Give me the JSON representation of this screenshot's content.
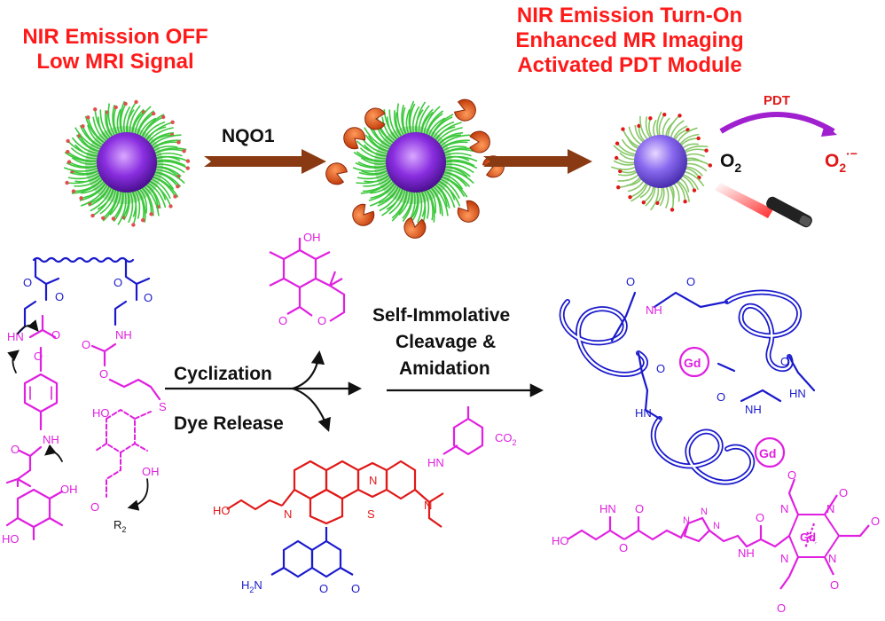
{
  "header_left": [
    "NIR Emission OFF",
    "Low MRI Signal"
  ],
  "header_right": [
    "NIR Emission Turn-On",
    "Enhanced MR Imaging",
    "Activated PDT Module"
  ],
  "arrow_enzyme_label": "NQO1",
  "pdt_label": "PDT",
  "o2_label": "O",
  "o2_sub": "2",
  "superoxide_label": "O",
  "superoxide_sub": "2",
  "superoxide_sup": "·−",
  "step_cyclization": "Cyclization",
  "step_dye_release": "Dye Release",
  "step_cleavage": [
    "Self-Immolative",
    "Cleavage &",
    "Amidation"
  ],
  "atoms": {
    "oh": "OH",
    "o": "O",
    "hn": "HN",
    "nh": "NH",
    "s": "S",
    "n": "N",
    "r2": "R",
    "r2_sub": "2",
    "ho": "HO",
    "h2n": "H",
    "h2n_sub": "2",
    "h2n_tail": "N",
    "gd": "Gd",
    "co2": "CO",
    "co2_sub": "2"
  },
  "colors": {
    "header_red": "#ff1a1a",
    "magenta": "#e020e0",
    "blue": "#1a1acc",
    "dye_red": "#e01818",
    "arrow_brown": "#8a3a12",
    "green": "#3cc83c",
    "purple": "#9a40d8"
  }
}
